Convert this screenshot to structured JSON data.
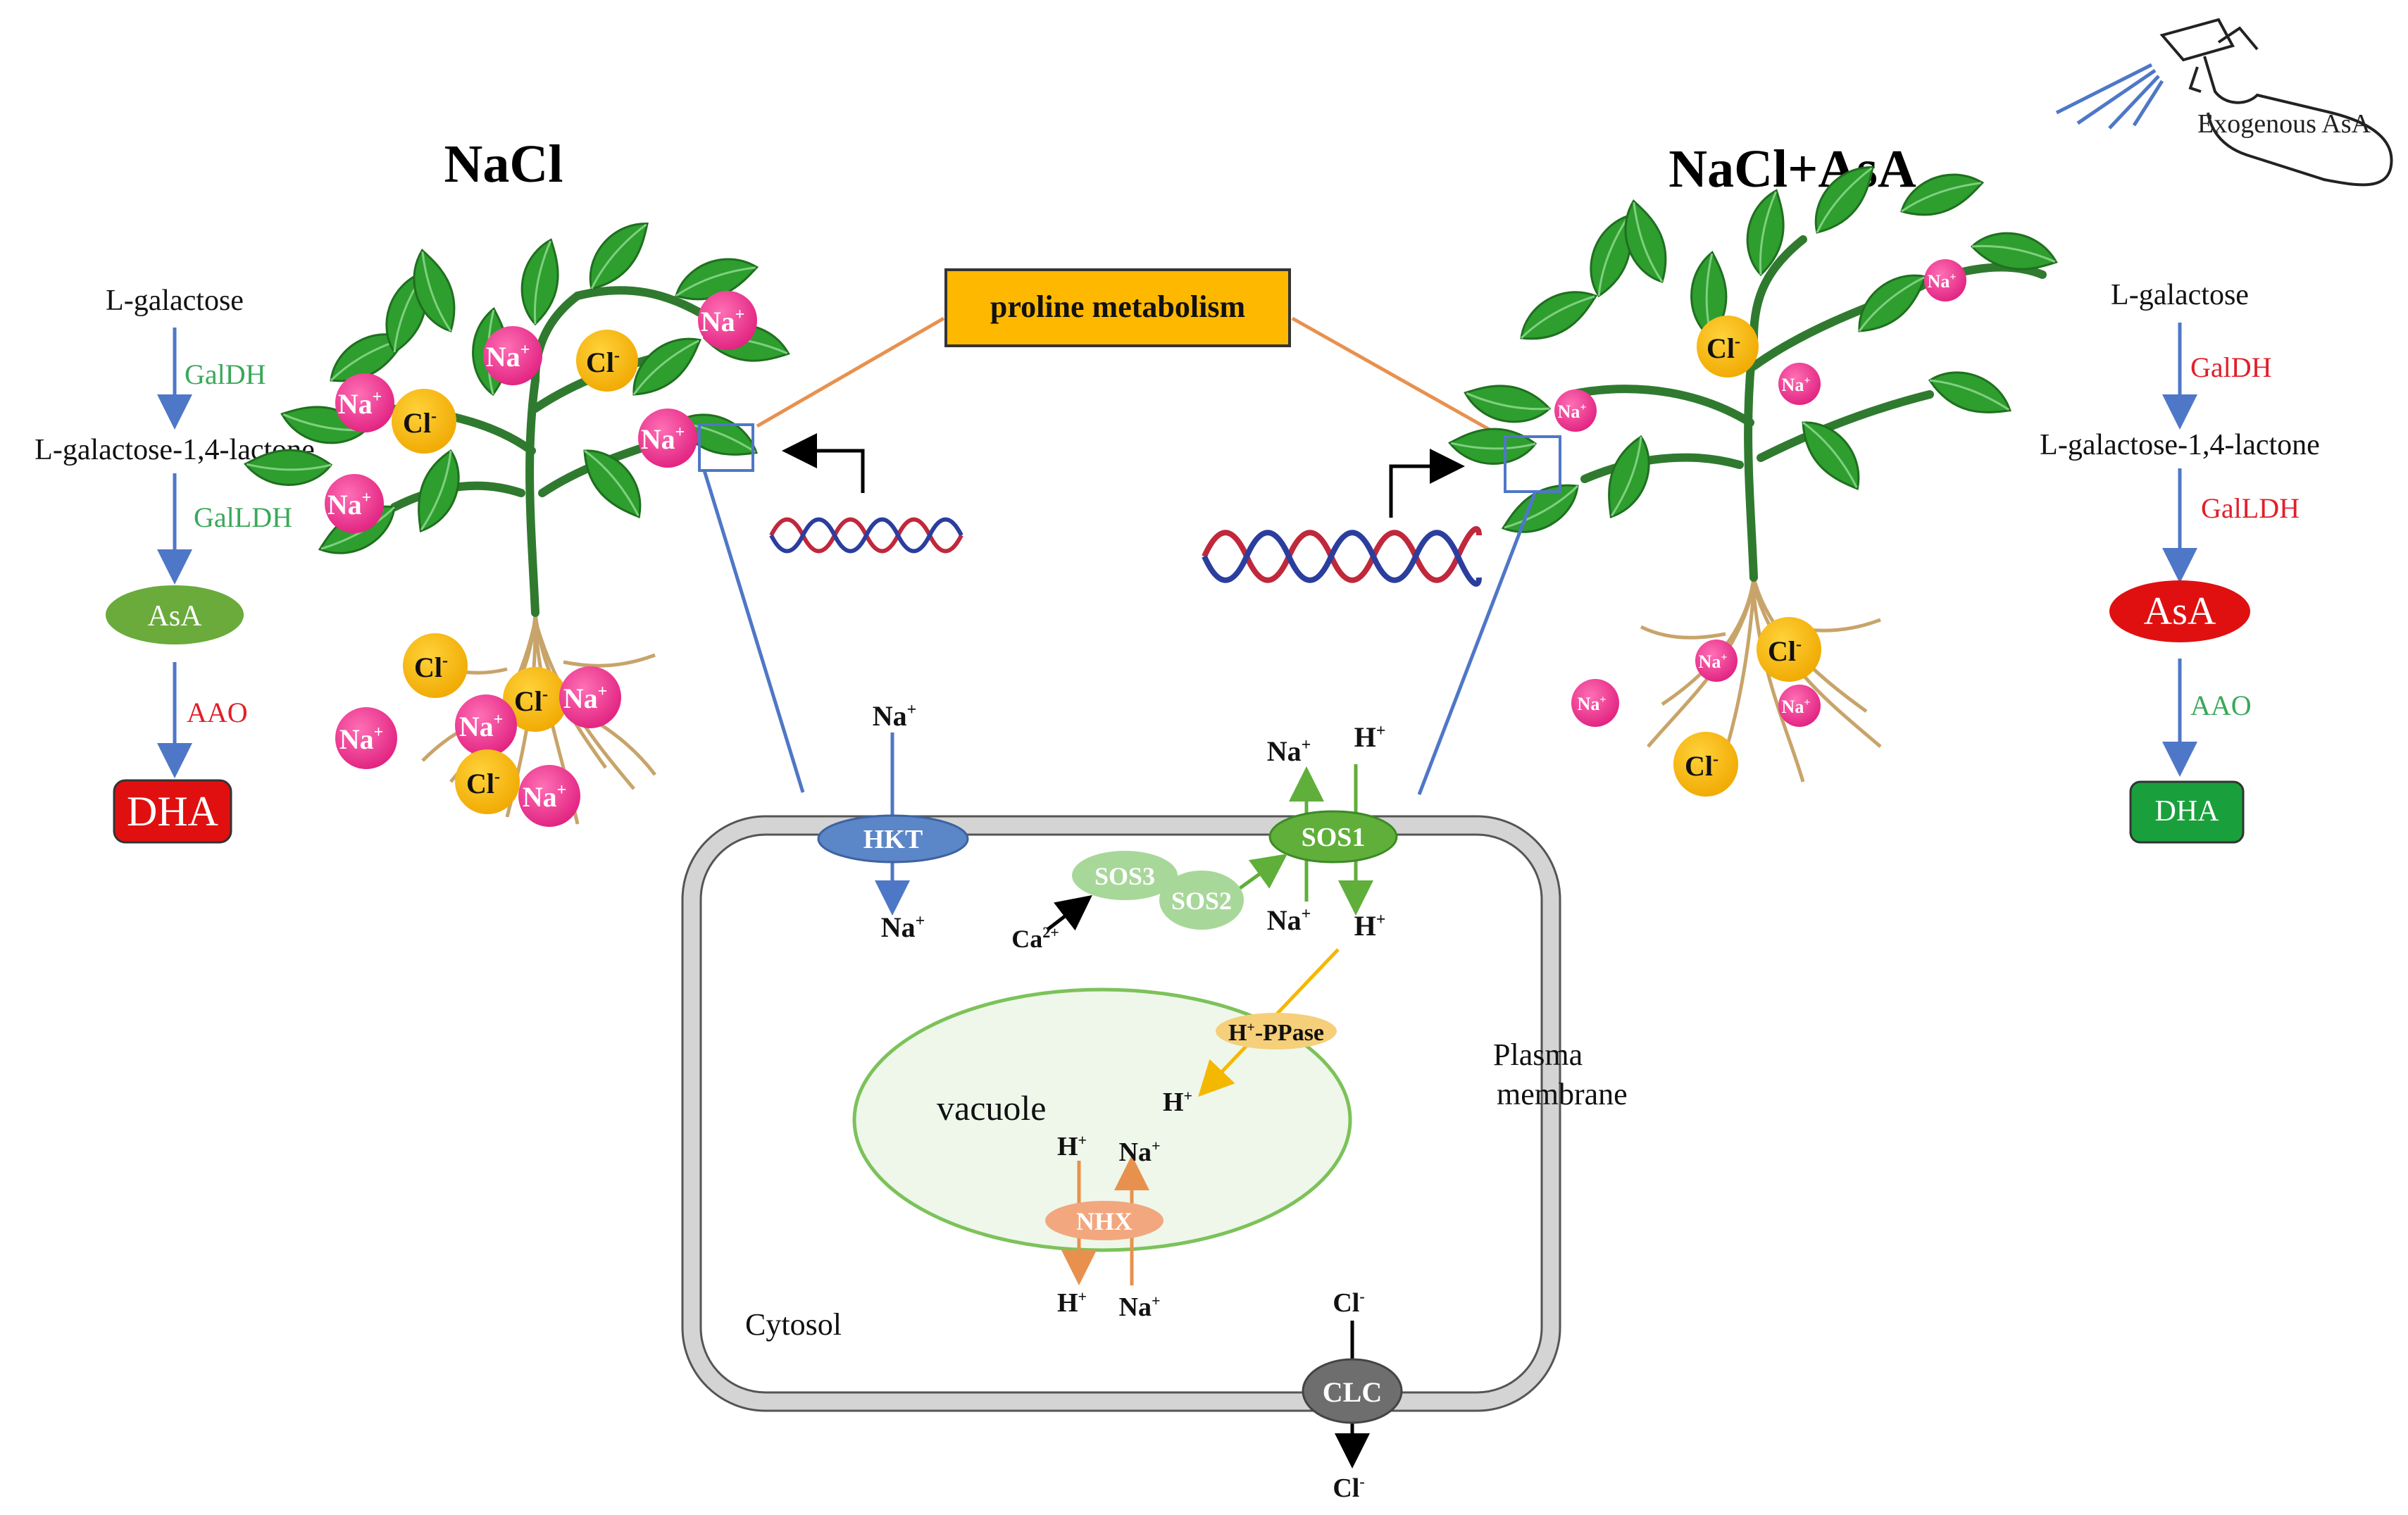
{
  "titles": {
    "left": "NaCl",
    "right": "NaCl+AsA"
  },
  "exogenous_label": "Exogenous AsA",
  "proline_box": "proline metabolism",
  "left_pathway": {
    "l_galactose": "L-galactose",
    "galdh": "GalDH",
    "lactone": "L-galactose-1,4-lactone",
    "galldh": "GalLDH",
    "asa": "AsA",
    "aao": "AAO",
    "dha": "DHA"
  },
  "right_pathway": {
    "l_galactose": "L-galactose",
    "galdh": "GalDH",
    "lactone": "L-galactose-1,4-lactone",
    "galldh": "GalLDH",
    "asa": "AsA",
    "aao": "AAO",
    "dha": "DHA"
  },
  "ions": {
    "na": "Na",
    "na_plus": "+",
    "cl": "Cl",
    "cl_minus": "-",
    "h": "H",
    "h_plus": "+",
    "ca": "Ca",
    "ca_charge": "2+"
  },
  "cell": {
    "hkt": "HKT",
    "sos1": "SOS1",
    "sos2": "SOS2",
    "sos3": "SOS3",
    "ppase": "-PPase",
    "vacuole": "vacuole",
    "nhx": "NHX",
    "clc": "CLC",
    "cytosol": "Cytosol",
    "plasma_membrane_1": "Plasma",
    "plasma_membrane_2": "membrane"
  },
  "colors": {
    "na_ion": "#e9378f",
    "cl_ion": "#f5b800",
    "leaf": "#2e9e2e",
    "stem": "#2f7a2f",
    "root": "#c8a46a",
    "membrane": "#d4d4d4",
    "vacuole_fill": "#eef7ea",
    "vacuole_stroke": "#7cc25a",
    "hkt": "#5b86c8",
    "sos1": "#5faf3a",
    "sos23": "#a8d79a",
    "ppase": "#f6cf7a",
    "nhx": "#f2a77f",
    "clc": "#6e6e6e",
    "proline_fill": "#ffb800",
    "asa_left": "#6aab3c",
    "dha_left": "#e01010",
    "asa_right": "#e01010",
    "dha_right": "#19a03c",
    "green_text": "#3aa85a",
    "red_text": "#e0202a",
    "blue_line": "#4f77c7",
    "orange_line": "#e8914f"
  }
}
